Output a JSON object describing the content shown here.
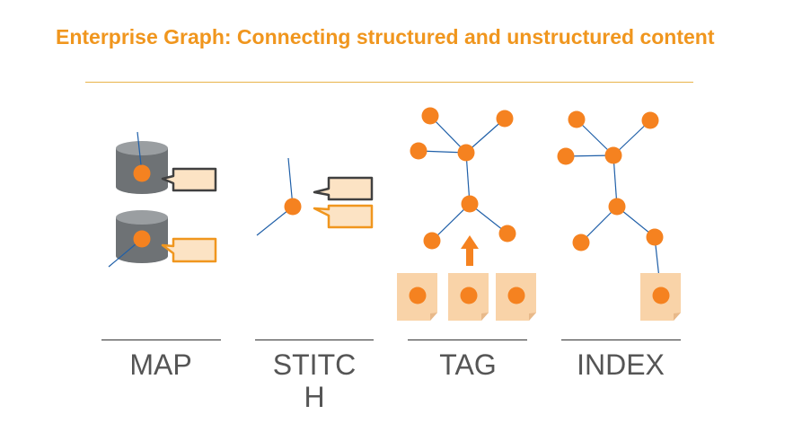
{
  "title": "Enterprise Graph: Connecting structured and unstructured content",
  "columns": [
    {
      "label": "MAP"
    },
    {
      "label": "STITC\nH"
    },
    {
      "label": "TAG"
    },
    {
      "label": "INDEX"
    }
  ],
  "colors": {
    "accent": "#F0961E",
    "node": "#F58220",
    "edge": "#1F5FA8",
    "database": "#6E7275",
    "callout_fill": "#FCE3C4",
    "document_fill": "#F9D3A8",
    "label_text": "#555555"
  },
  "icons": [
    "database-icon",
    "callout-icon",
    "document-icon",
    "up-arrow-icon",
    "node-icon"
  ]
}
